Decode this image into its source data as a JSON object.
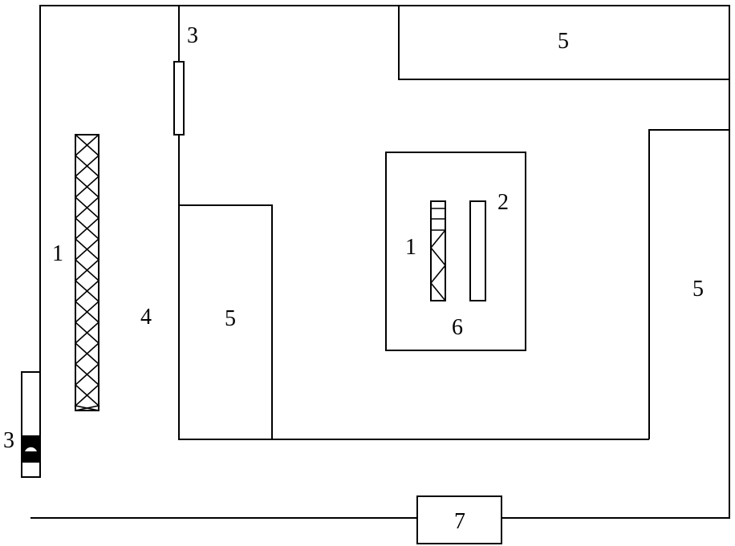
{
  "labels": {
    "crane_left": "1",
    "crane_center": "1",
    "hoist": "2",
    "gate_top": "3",
    "gate_left": "3",
    "road": "4",
    "shed_top": "5",
    "shed_left": "5",
    "shed_right": "5",
    "work_area": "6",
    "office": "7"
  },
  "colors": {
    "stroke": "#000000",
    "background": "#ffffff"
  }
}
